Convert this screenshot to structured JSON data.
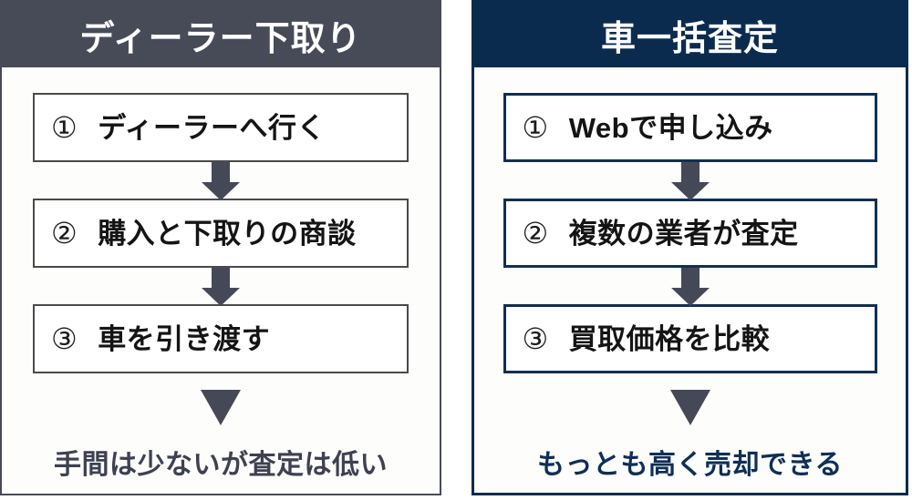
{
  "columns": [
    {
      "id": "dealer-trade-in",
      "header": "ディーラー下取り",
      "header_bg": "#474b58",
      "border_color": "#474b58",
      "accent_color": "#3d4150",
      "steps": [
        {
          "number": "①",
          "label": "ディーラーへ行く"
        },
        {
          "number": "②",
          "label": "購入と下取りの商談"
        },
        {
          "number": "③",
          "label": "車を引き渡す"
        }
      ],
      "conclusion": "手間は少ないが査定は低い"
    },
    {
      "id": "bulk-appraisal",
      "header": "車一括査定",
      "header_bg": "#0b2b4e",
      "border_color": "#0b2b4e",
      "accent_color": "#0e2f56",
      "steps": [
        {
          "number": "①",
          "label": "Webで申し込み"
        },
        {
          "number": "②",
          "label": "複数の業者が査定"
        },
        {
          "number": "③",
          "label": "買取価格を比較"
        }
      ],
      "conclusion": "もっとも高く売却できる"
    }
  ],
  "icons": {
    "connector_arrow": "down-arrow-icon",
    "final_arrow": "down-triangle-icon"
  }
}
